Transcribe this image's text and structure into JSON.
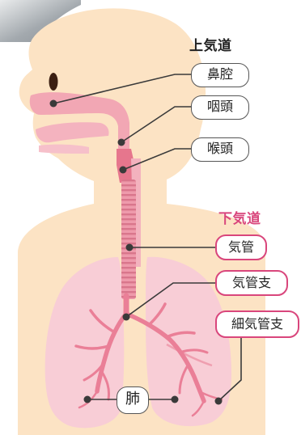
{
  "diagram": {
    "upper_title": "上気道",
    "lower_title": "下気道",
    "labels": {
      "nasal_cavity": "鼻腔",
      "pharynx": "咽頭",
      "larynx": "喉頭",
      "trachea": "気管",
      "bronchus": "気管支",
      "bronchiole": "細気管支",
      "lung": "肺"
    }
  },
  "colors": {
    "skin": "#fce3c4",
    "airway": "#f2a7b4",
    "lung": "#f8cdd6",
    "bronchi": "#ea7f97",
    "lower_accent": "#d9467c",
    "line": "#3a3a3a"
  }
}
